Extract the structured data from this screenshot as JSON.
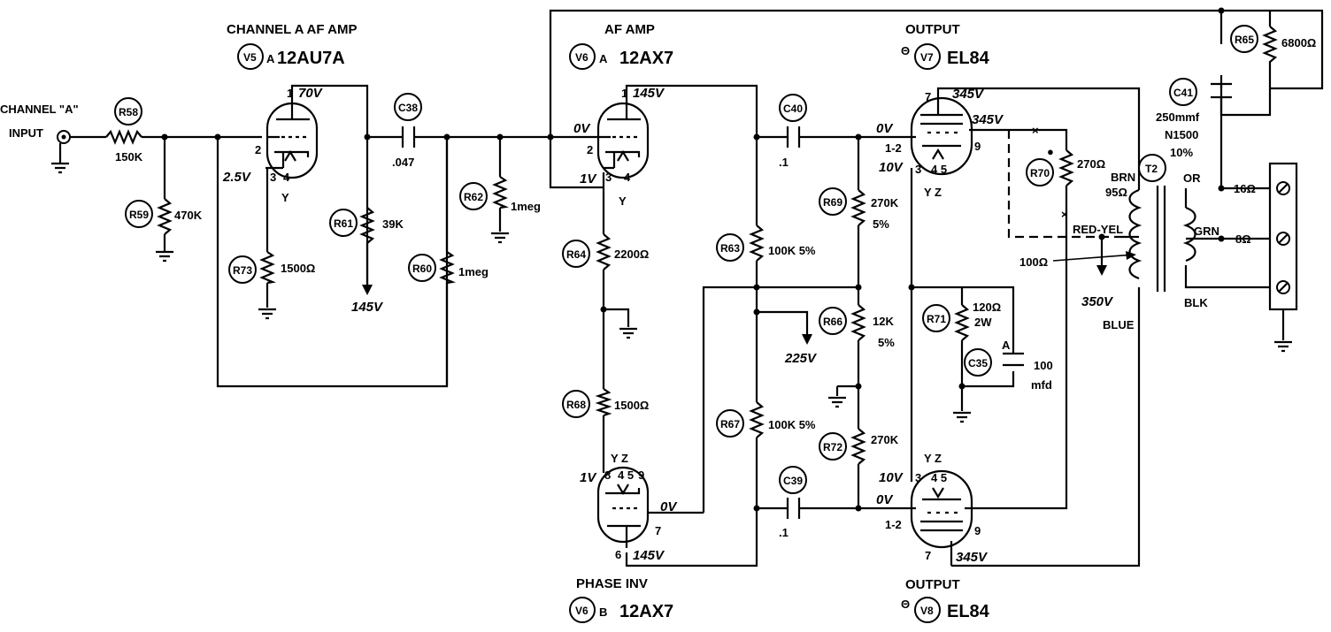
{
  "tubes": {
    "v5": {
      "ref": "V5",
      "section": "A",
      "type": "12AU7A",
      "title": "CHANNEL  A  AF AMP"
    },
    "v6a": {
      "ref": "V6",
      "section": "A",
      "type": "12AX7",
      "title": "AF AMP"
    },
    "v6b": {
      "ref": "V6",
      "section": "B",
      "type": "12AX7",
      "title": "PHASE INV"
    },
    "v7": {
      "ref": "V7",
      "type": "EL84",
      "title": "OUTPUT"
    },
    "v8": {
      "ref": "V8",
      "type": "EL84",
      "title": "OUTPUT"
    }
  },
  "input": {
    "line1": "CHANNEL \"A\"",
    "line2": "INPUT"
  },
  "components": {
    "r58": {
      "ref": "R58",
      "value": "150K"
    },
    "r59": {
      "ref": "R59",
      "value": "470K"
    },
    "r73": {
      "ref": "R73",
      "value": "1500Ω"
    },
    "r61": {
      "ref": "R61",
      "value": "39K"
    },
    "r60": {
      "ref": "R60",
      "value": "1meg"
    },
    "c38": {
      "ref": "C38",
      "value": ".047"
    },
    "r62": {
      "ref": "R62",
      "value": "1meg"
    },
    "r64": {
      "ref": "R64",
      "value": "2200Ω"
    },
    "r68": {
      "ref": "R68",
      "value": "1500Ω"
    },
    "r63": {
      "ref": "R63",
      "value": "100K 5%"
    },
    "r67": {
      "ref": "R67",
      "value": "100K 5%"
    },
    "c40": {
      "ref": "C40",
      "value": ".1"
    },
    "c39": {
      "ref": "C39",
      "value": ".1"
    },
    "r69": {
      "ref": "R69",
      "value": "270K",
      "tol": "5%"
    },
    "r66": {
      "ref": "R66",
      "value": "12K",
      "tol": "5%"
    },
    "r72": {
      "ref": "R72",
      "value": "270K"
    },
    "r70": {
      "ref": "R70",
      "value": "270Ω"
    },
    "r71": {
      "ref": "R71",
      "value": "120Ω",
      "rating": "2W"
    },
    "c35": {
      "ref": "C35",
      "value": "100",
      "unit": "mfd",
      "section": "A"
    },
    "r65": {
      "ref": "R65",
      "value": "6800Ω"
    },
    "c41": {
      "ref": "C41",
      "value": "250mmf",
      "spec": "N1500",
      "tol": "10%"
    },
    "t2": {
      "ref": "T2"
    }
  },
  "voltages": {
    "v5_p1": "70V",
    "v5_p2": "2.5V",
    "v5_b": "145V",
    "v6a_p1": "145V",
    "v6a_g": "0V",
    "v6a_k": "1V",
    "v6b_k": "1V",
    "v6b_g": "0V",
    "v6b_p": "145V",
    "v7_p": "345V",
    "v7_g2": "345V",
    "v7_g": "0V",
    "v7_k": "10V",
    "v8_k": "10V",
    "v8_g": "0V",
    "v8_p": "345V",
    "b225": "225V",
    "b350": "350V"
  },
  "pins": {
    "v5": {
      "plate": "1",
      "grid": "2",
      "cathode": "3",
      "heater": "4",
      "heater_y": "Y"
    },
    "v6a": {
      "plate": "1",
      "grid": "2",
      "cathode": "3",
      "heater": "4",
      "heater_y": "Y"
    },
    "v6b": {
      "heater": "Y Z",
      "heater_pins": "4 5",
      "pin8": "8",
      "pin9": "9",
      "pin7": "7",
      "pin6": "6"
    },
    "v7": {
      "p7": "7",
      "p12": "1-2",
      "p3": "3",
      "p9": "9",
      "heater": "4 5",
      "yz": "Y Z"
    },
    "v8": {
      "p3": "3",
      "p12": "1-2",
      "p7": "7",
      "p9": "9",
      "heater": "4 5",
      "yz": "Y Z"
    }
  },
  "transformer": {
    "brn": "BRN",
    "brn_ohm": "95Ω",
    "red_yel": "RED-YEL",
    "ohm100": "100Ω",
    "blue": "BLUE",
    "or": "OR",
    "grn": "GRN",
    "blk": "BLK",
    "tap16": "16Ω",
    "tap8": "8Ω"
  },
  "marks": {
    "x": "×",
    "theta": "Θ",
    "dot_mark": "●"
  }
}
